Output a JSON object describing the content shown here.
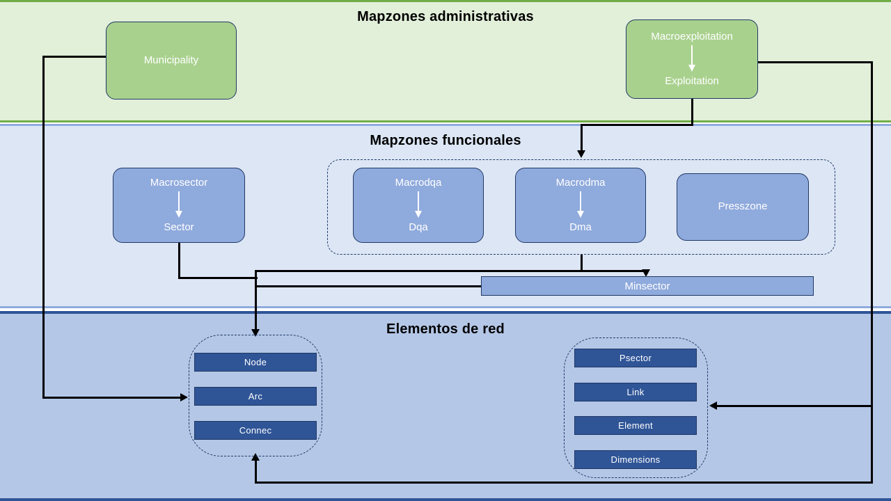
{
  "diagram": {
    "sections": [
      {
        "id": "admin",
        "title": "Mapzones administrativas",
        "accent": "#70ad47",
        "background": "#e2efd9"
      },
      {
        "id": "func",
        "title": "Mapzones funcionales",
        "accent": "#8faadc",
        "background": "#dce6f5"
      },
      {
        "id": "net",
        "title": "Elementos de red",
        "accent": "#2f5597",
        "background": "#b4c7e7"
      }
    ],
    "admin_entities": [
      {
        "name": "municipality",
        "top_label": "Municipality",
        "bottom_label": "",
        "has_arrow": false,
        "color": "#a9d18e"
      },
      {
        "name": "macroexploitation",
        "top_label": "Macroexploitation",
        "bottom_label": "Exploitation",
        "has_arrow": true,
        "color": "#a9d18e"
      }
    ],
    "func_entities": [
      {
        "name": "macrosector",
        "top_label": "Macrosector",
        "bottom_label": "Sector",
        "has_arrow": true,
        "color": "#8faadc"
      },
      {
        "name": "macrodqa",
        "top_label": "Macrodqa",
        "bottom_label": "Dqa",
        "has_arrow": true,
        "color": "#8faadc"
      },
      {
        "name": "macrodma",
        "top_label": "Macrodma",
        "bottom_label": "Dma",
        "has_arrow": true,
        "color": "#8faadc"
      },
      {
        "name": "presszone",
        "top_label": "Presszone",
        "bottom_label": "",
        "has_arrow": false,
        "color": "#8faadc"
      }
    ],
    "minsector": {
      "label": "Minsector",
      "color": "#8faadc"
    },
    "net_group_left": {
      "name": "node-arc-connec-group",
      "items": [
        {
          "label": "Node"
        },
        {
          "label": "Arc"
        },
        {
          "label": "Connec"
        }
      ]
    },
    "net_group_right": {
      "name": "psector-link-element-dimensions-group",
      "items": [
        {
          "label": "Psector"
        },
        {
          "label": "Link"
        },
        {
          "label": "Element"
        },
        {
          "label": "Dimensions"
        }
      ]
    },
    "colors": {
      "green_fill": "#a9d18e",
      "green_section": "#e2efd9",
      "green_border": "#70ad47",
      "blue_fill": "#8faadc",
      "blue_section": "#dce6f5",
      "net_section": "#b4c7e7",
      "dark_box": "#2f5597",
      "outline": "#203864",
      "connector": "#000000"
    }
  }
}
